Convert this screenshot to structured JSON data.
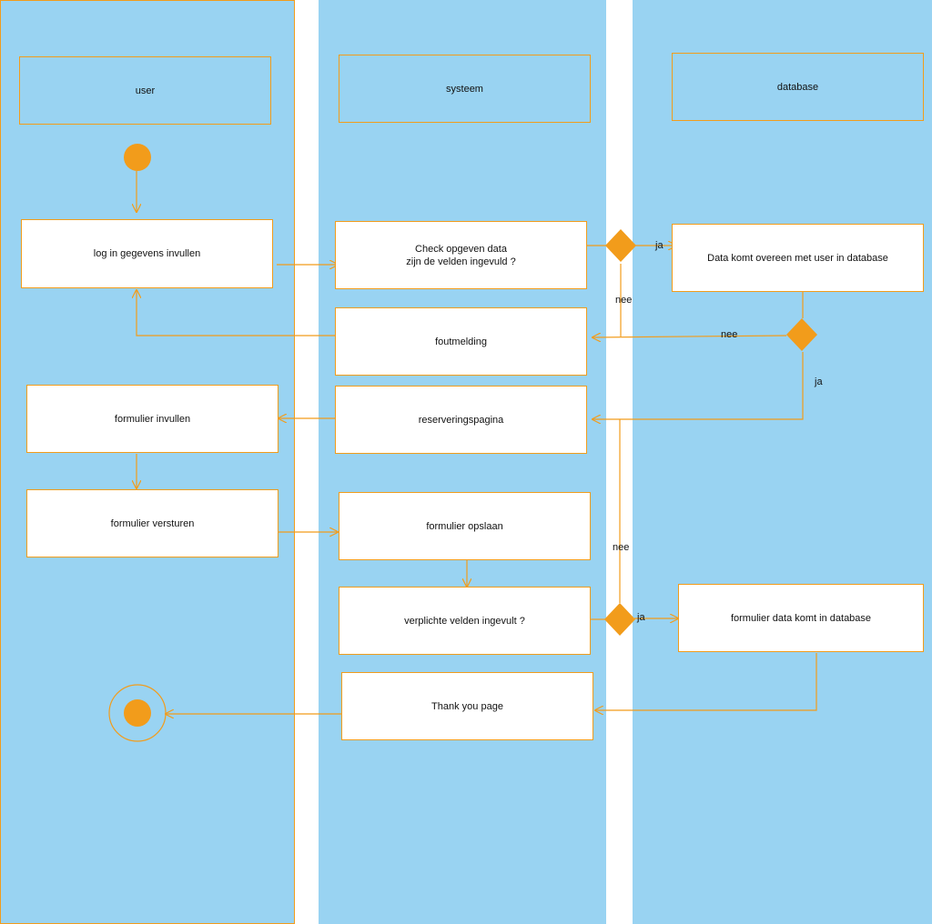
{
  "lanes": {
    "user": "user",
    "system": "systeem",
    "database": "database"
  },
  "nodes": {
    "login": "log in gegevens invullen",
    "check": "Check opgeven data\nzijn de velden ingevuld ?",
    "match": "Data komt overeen met user in database",
    "error": "foutmelding",
    "reservation_page": "reserveringspagina",
    "fill_form": "formulier invullen",
    "send_form": "formulier versturen",
    "save_form": "formulier opslaan",
    "required_filled": "verplichte velden ingevult  ?",
    "form_to_db": "formulier data komt in database",
    "thank_you": "Thank you page"
  },
  "edge_labels": {
    "yes_1": "ja",
    "no_1": "nee",
    "no_2": "nee",
    "yes_2": "ja",
    "no_3": "nee",
    "yes_3": "ja"
  },
  "colors": {
    "lane_fill": "#99d3f2",
    "accent": "#f29c1b",
    "box_fill": "#ffffff"
  }
}
